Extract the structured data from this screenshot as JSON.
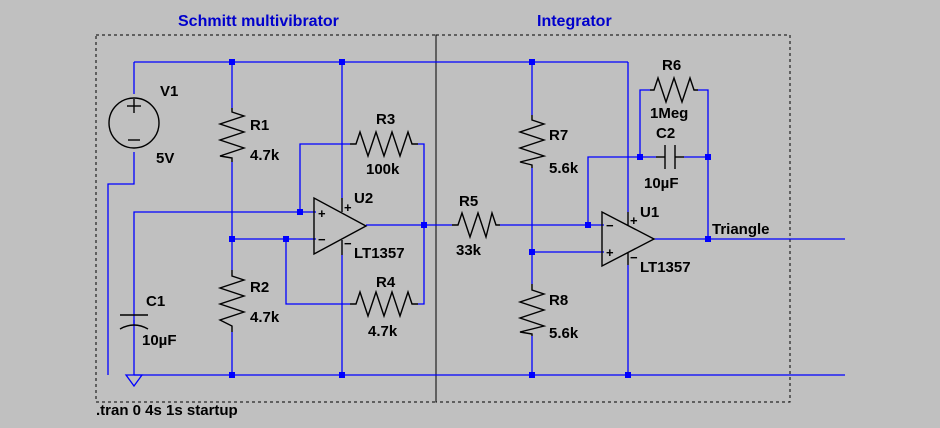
{
  "sections": {
    "schmitt_title": "Schmitt multivibrator",
    "integrator_title": "Integrator"
  },
  "components": {
    "v1": {
      "name": "V1",
      "value": "5V"
    },
    "r1": {
      "name": "R1",
      "value": "4.7k"
    },
    "r2": {
      "name": "R2",
      "value": "4.7k"
    },
    "r3": {
      "name": "R3",
      "value": "100k"
    },
    "r4": {
      "name": "R4",
      "value": "4.7k"
    },
    "r5": {
      "name": "R5",
      "value": "33k"
    },
    "r6": {
      "name": "R6",
      "value": "1Meg"
    },
    "r7": {
      "name": "R7",
      "value": "5.6k"
    },
    "r8": {
      "name": "R8",
      "value": "5.6k"
    },
    "c1": {
      "name": "C1",
      "value": "10µF"
    },
    "c2": {
      "name": "C2",
      "value": "10µF"
    },
    "u1": {
      "name": "U1",
      "part": "LT1357"
    },
    "u2": {
      "name": "U2",
      "part": "LT1357"
    }
  },
  "pin_marks": {
    "plus": "+",
    "minus": "−"
  },
  "net_labels": {
    "triangle": "Triangle"
  },
  "directive": ".tran 0 4s 1s startup",
  "colors": {
    "background": "#c0c0c0",
    "wire": "#0000ff",
    "component": "#000000",
    "header": "#0000cc"
  }
}
